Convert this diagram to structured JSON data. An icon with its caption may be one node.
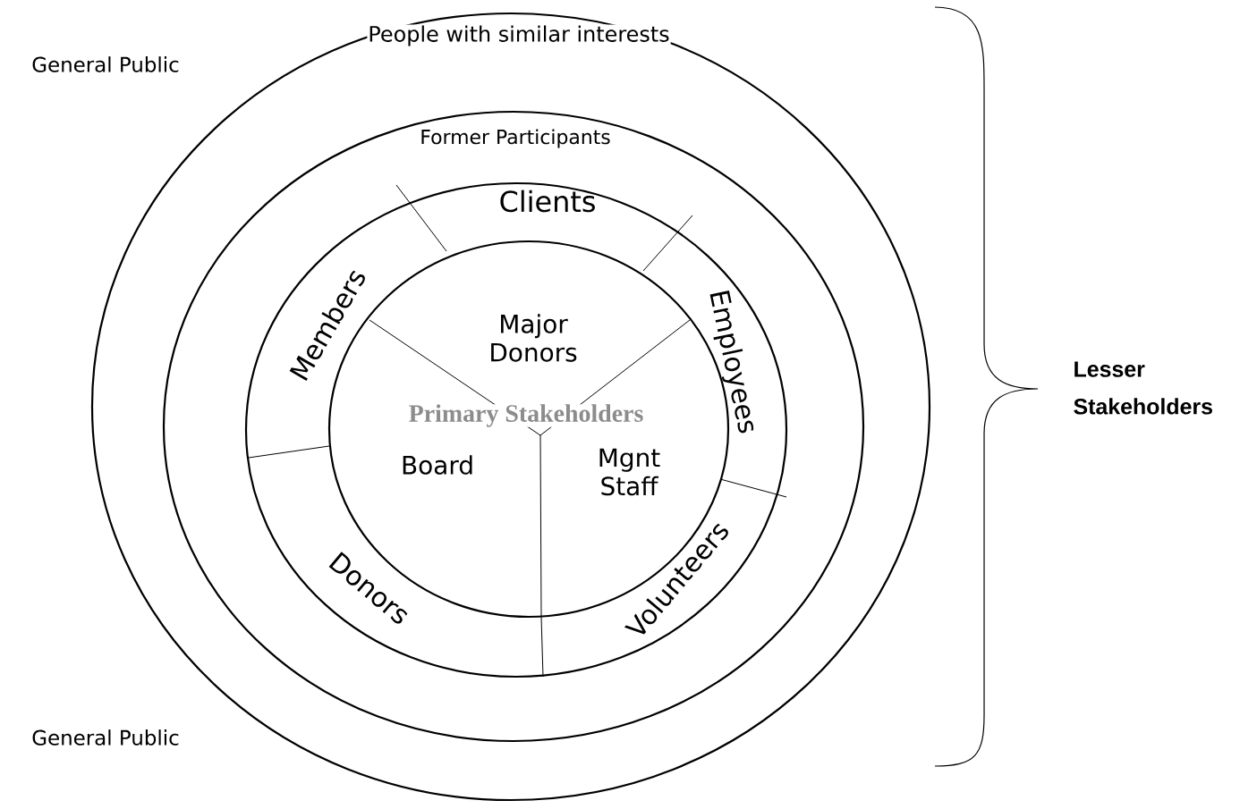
{
  "diagram": {
    "nodes": [
      {
        "text": [
          "People with similar interests"
        ]
      },
      {
        "text": [
          "Former Participants"
        ],
        "in": 0
      },
      {
        "text": [
          "Clients"
        ],
        "in": 1
      },
      {
        "text": [
          "Employees"
        ],
        "in": 1
      },
      {
        "text": [
          "Volunteers"
        ],
        "in": 1
      },
      {
        "text": [
          "Donors"
        ],
        "in": 1
      },
      {
        "text": [
          "Members"
        ],
        "in": 1
      },
      {
        "text": [
          "Primary Stakeholders"
        ],
        "in": 1
      },
      {
        "text": [
          "Major Donors"
        ],
        "in": 7
      },
      {
        "text": [
          "Board"
        ],
        "in": 7
      },
      {
        "text": [
          "Mgnt Staff"
        ],
        "in": 7
      }
    ],
    "edges": [],
    "labels": [
      "General Public",
      "Lesser Stakeholders",
      "General Public"
    ]
  }
}
